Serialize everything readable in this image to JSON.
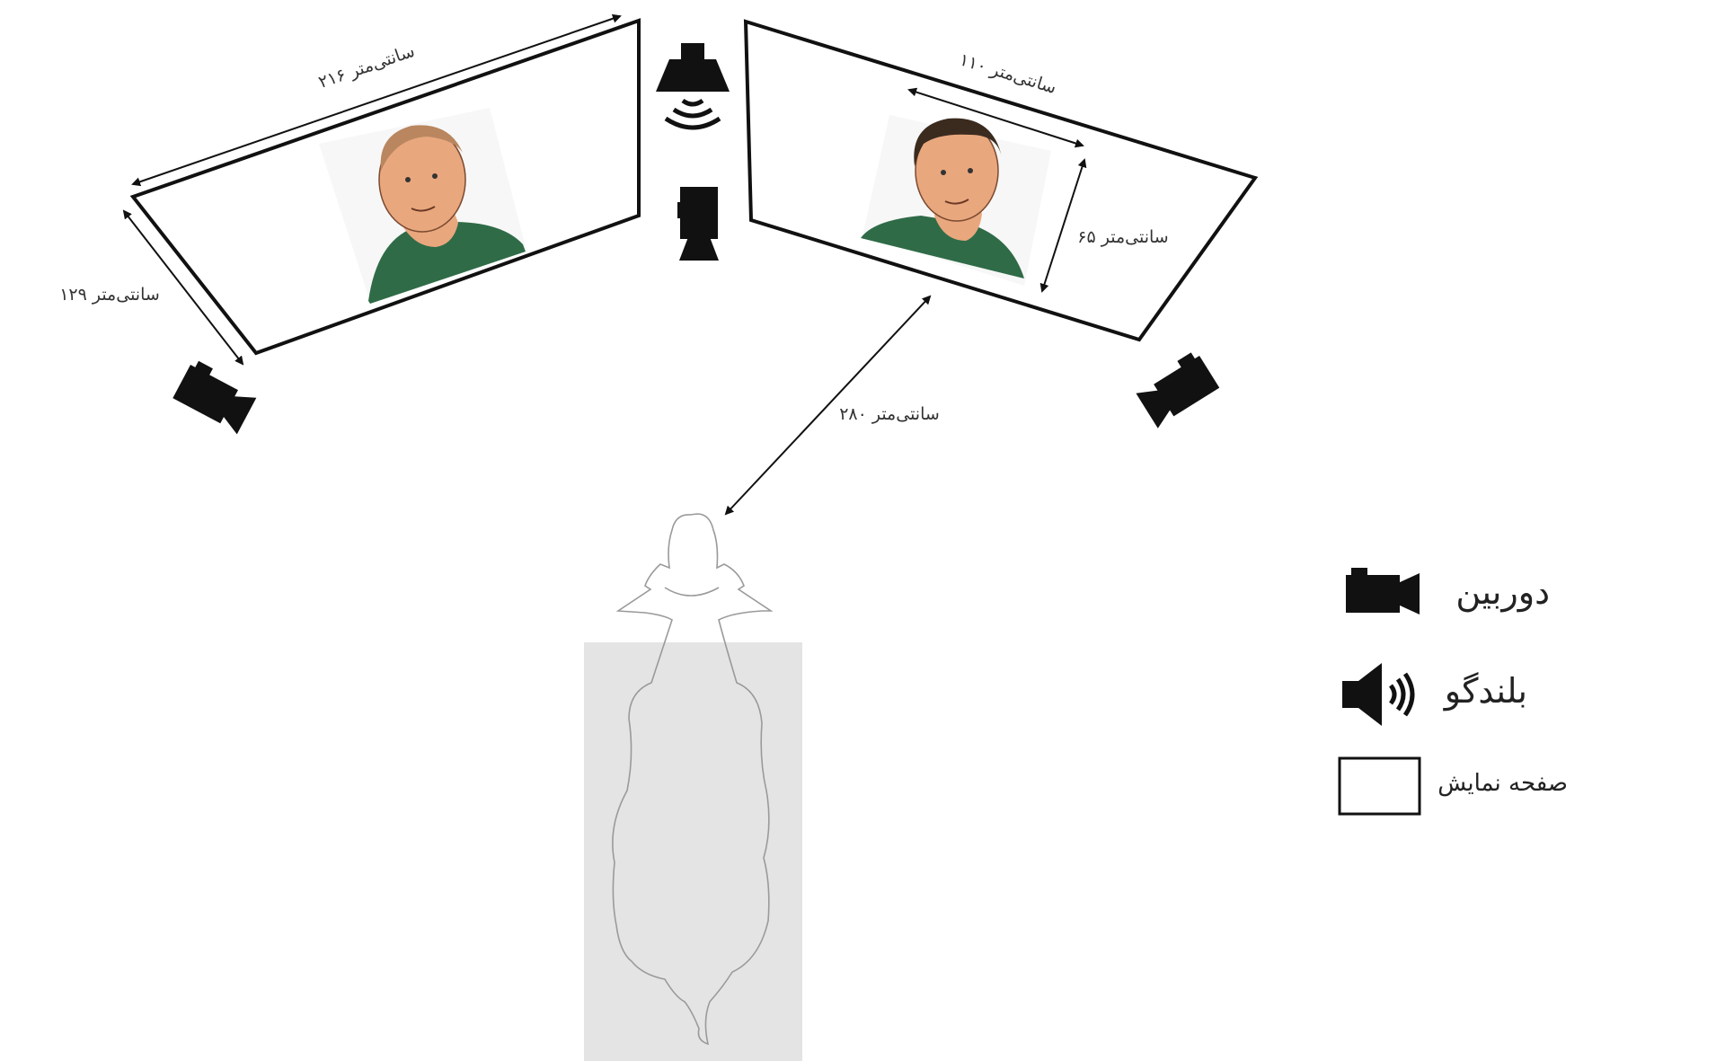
{
  "dimensions": {
    "screen_width_left": "۲۱۶ سانتی‌متر",
    "screen_height_left": "۱۲۹ سانتی‌متر",
    "face_width_right": "۱۱۰ سانتی‌متر",
    "face_height_right": "۶۵ سانتی‌متر",
    "viewing_distance": "۲۸۰ سانتی‌متر"
  },
  "legend": {
    "camera": "دوربین",
    "speaker": "بلندگو",
    "screen": "صفحه نمایش"
  },
  "colors": {
    "ink": "#111111",
    "dim_text": "#333333",
    "stall": "#e4e4e4",
    "shirt": "#2f6b47",
    "skin": "#e9a77e"
  },
  "icons": [
    "camera-icon",
    "speaker-icon",
    "screen-icon",
    "stimulus-face",
    "cow-outline"
  ]
}
